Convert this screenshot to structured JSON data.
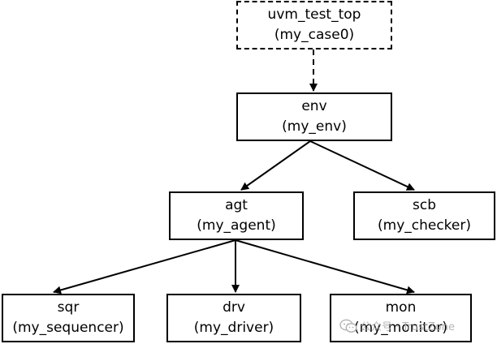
{
  "nodes": {
    "top": {
      "name": "uvm_test_top",
      "type": "(my_case0)"
    },
    "env": {
      "name": "env",
      "type": "(my_env)"
    },
    "agt": {
      "name": "agt",
      "type": "(my_agent)"
    },
    "scb": {
      "name": "scb",
      "type": "(my_checker)"
    },
    "sqr": {
      "name": "sqr",
      "type": "(my_sequencer)"
    },
    "drv": {
      "name": "drv",
      "type": "(my_driver)"
    },
    "mon": {
      "name": "mon",
      "type": "(my_monitor)"
    }
  },
  "watermark": {
    "icon": "wechat-icon",
    "text": "公众号 · TrustZone"
  },
  "colors": {
    "stroke": "#000000",
    "background": "#ffffff",
    "watermark": "#aaaaaa"
  }
}
